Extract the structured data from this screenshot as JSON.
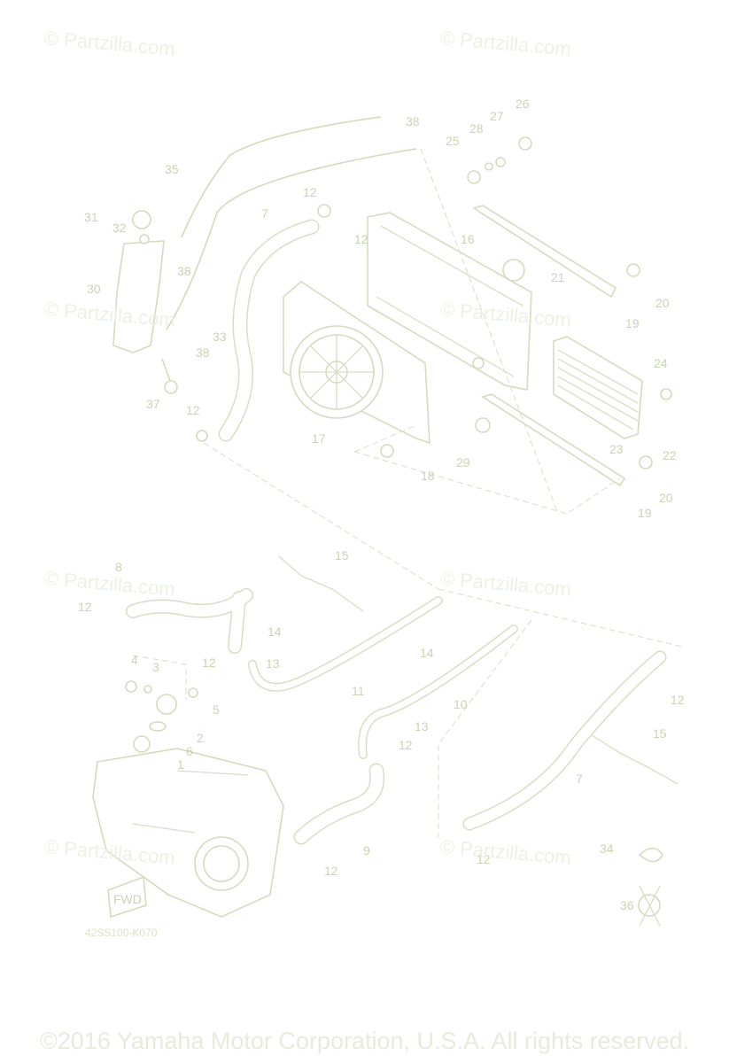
{
  "watermark_text": "© Partzilla.com",
  "copyright": "©2016  Yamaha Motor Corporation, U.S.A. All rights reserved.",
  "diagram_code": "42SS100-K070",
  "fwd_label": "FWD",
  "callouts": [
    "1",
    "2",
    "3",
    "4",
    "5",
    "6",
    "7",
    "7",
    "8",
    "9",
    "10",
    "11",
    "12",
    "12",
    "12",
    "12",
    "12",
    "12",
    "12",
    "12",
    "12",
    "13",
    "13",
    "14",
    "14",
    "15",
    "15",
    "16",
    "17",
    "18",
    "19",
    "19",
    "20",
    "20",
    "21",
    "22",
    "23",
    "24",
    "25",
    "26",
    "27",
    "28",
    "29",
    "30",
    "31",
    "32",
    "33",
    "34",
    "35",
    "36",
    "37",
    "38",
    "38",
    "38"
  ]
}
